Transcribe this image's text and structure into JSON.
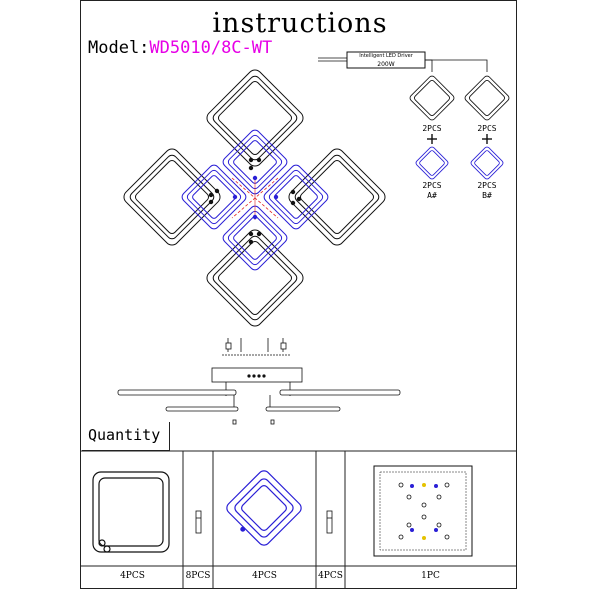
{
  "title": "instructions",
  "model": {
    "label": "Model:",
    "value": "WD5010/8C-WT",
    "value_color": "#e600e6"
  },
  "driver": {
    "label": "Intelligent LED Driver",
    "watt": "200W"
  },
  "kits": {
    "a_top": "2PCS",
    "b_top": "2PCS",
    "a_bottom": [
      "2PCS",
      "A#"
    ],
    "b_bottom": [
      "2PCS",
      "B#"
    ],
    "plus": "+"
  },
  "quantity": {
    "title": "Quantity",
    "cells": [
      "4PCS",
      "8PCS",
      "4PCS",
      "4PCS",
      "1PC"
    ]
  },
  "colors": {
    "outline": "#111111",
    "blue": "#2a1fd6",
    "red": "#e02020"
  }
}
